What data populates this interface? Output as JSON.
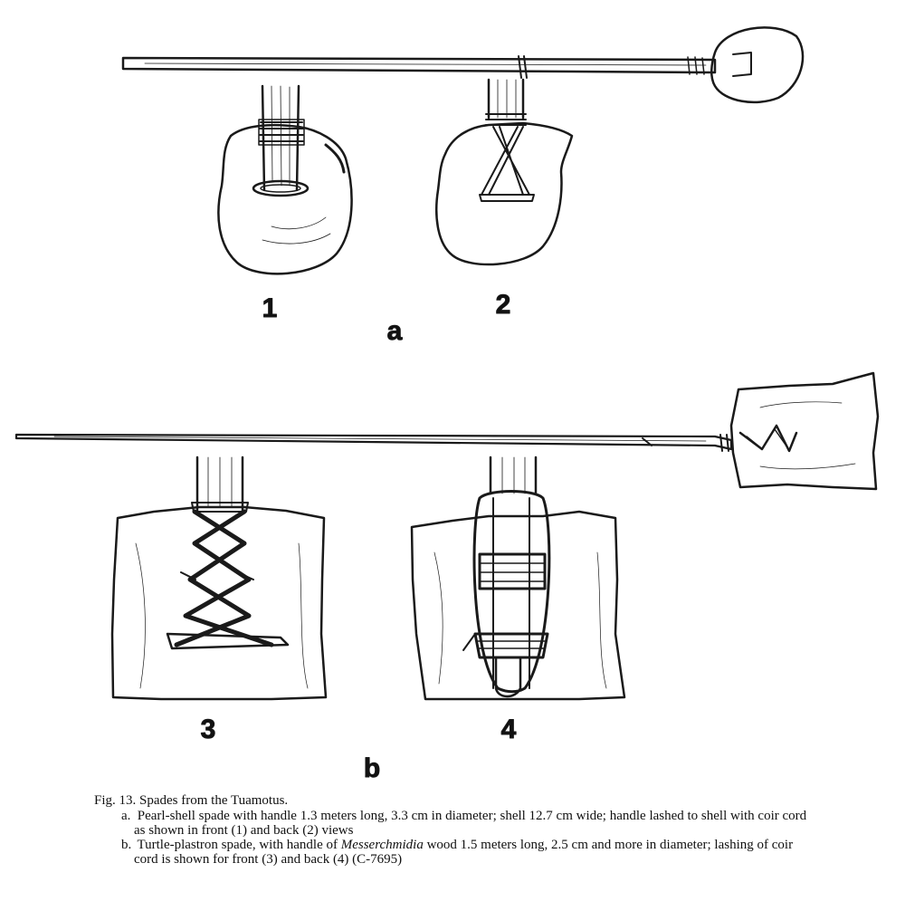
{
  "figure": {
    "labels": {
      "view_1": "1",
      "view_2": "2",
      "view_3": "3",
      "view_4": "4",
      "group_a": "a",
      "group_b": "b"
    },
    "caption": {
      "title": "Fig. 13. Spades from the Tuamotus.",
      "item_a": {
        "tag": "a.",
        "text": "Pearl-shell spade with handle 1.3 meters long, 3.3 cm in diameter; shell 12.7 cm wide; handle lashed to shell with coir cord as shown in front (1) and back (2) views"
      },
      "item_b": {
        "tag": "b.",
        "text_before": "Turtle-plastron spade, with handle of ",
        "text_italic": "Messerchmidia",
        "text_after": " wood 1.5 meters long, 2.5 cm and more in diameter; lashing of coir cord is shown for front (3) and back (4) (C-7695)"
      }
    }
  }
}
